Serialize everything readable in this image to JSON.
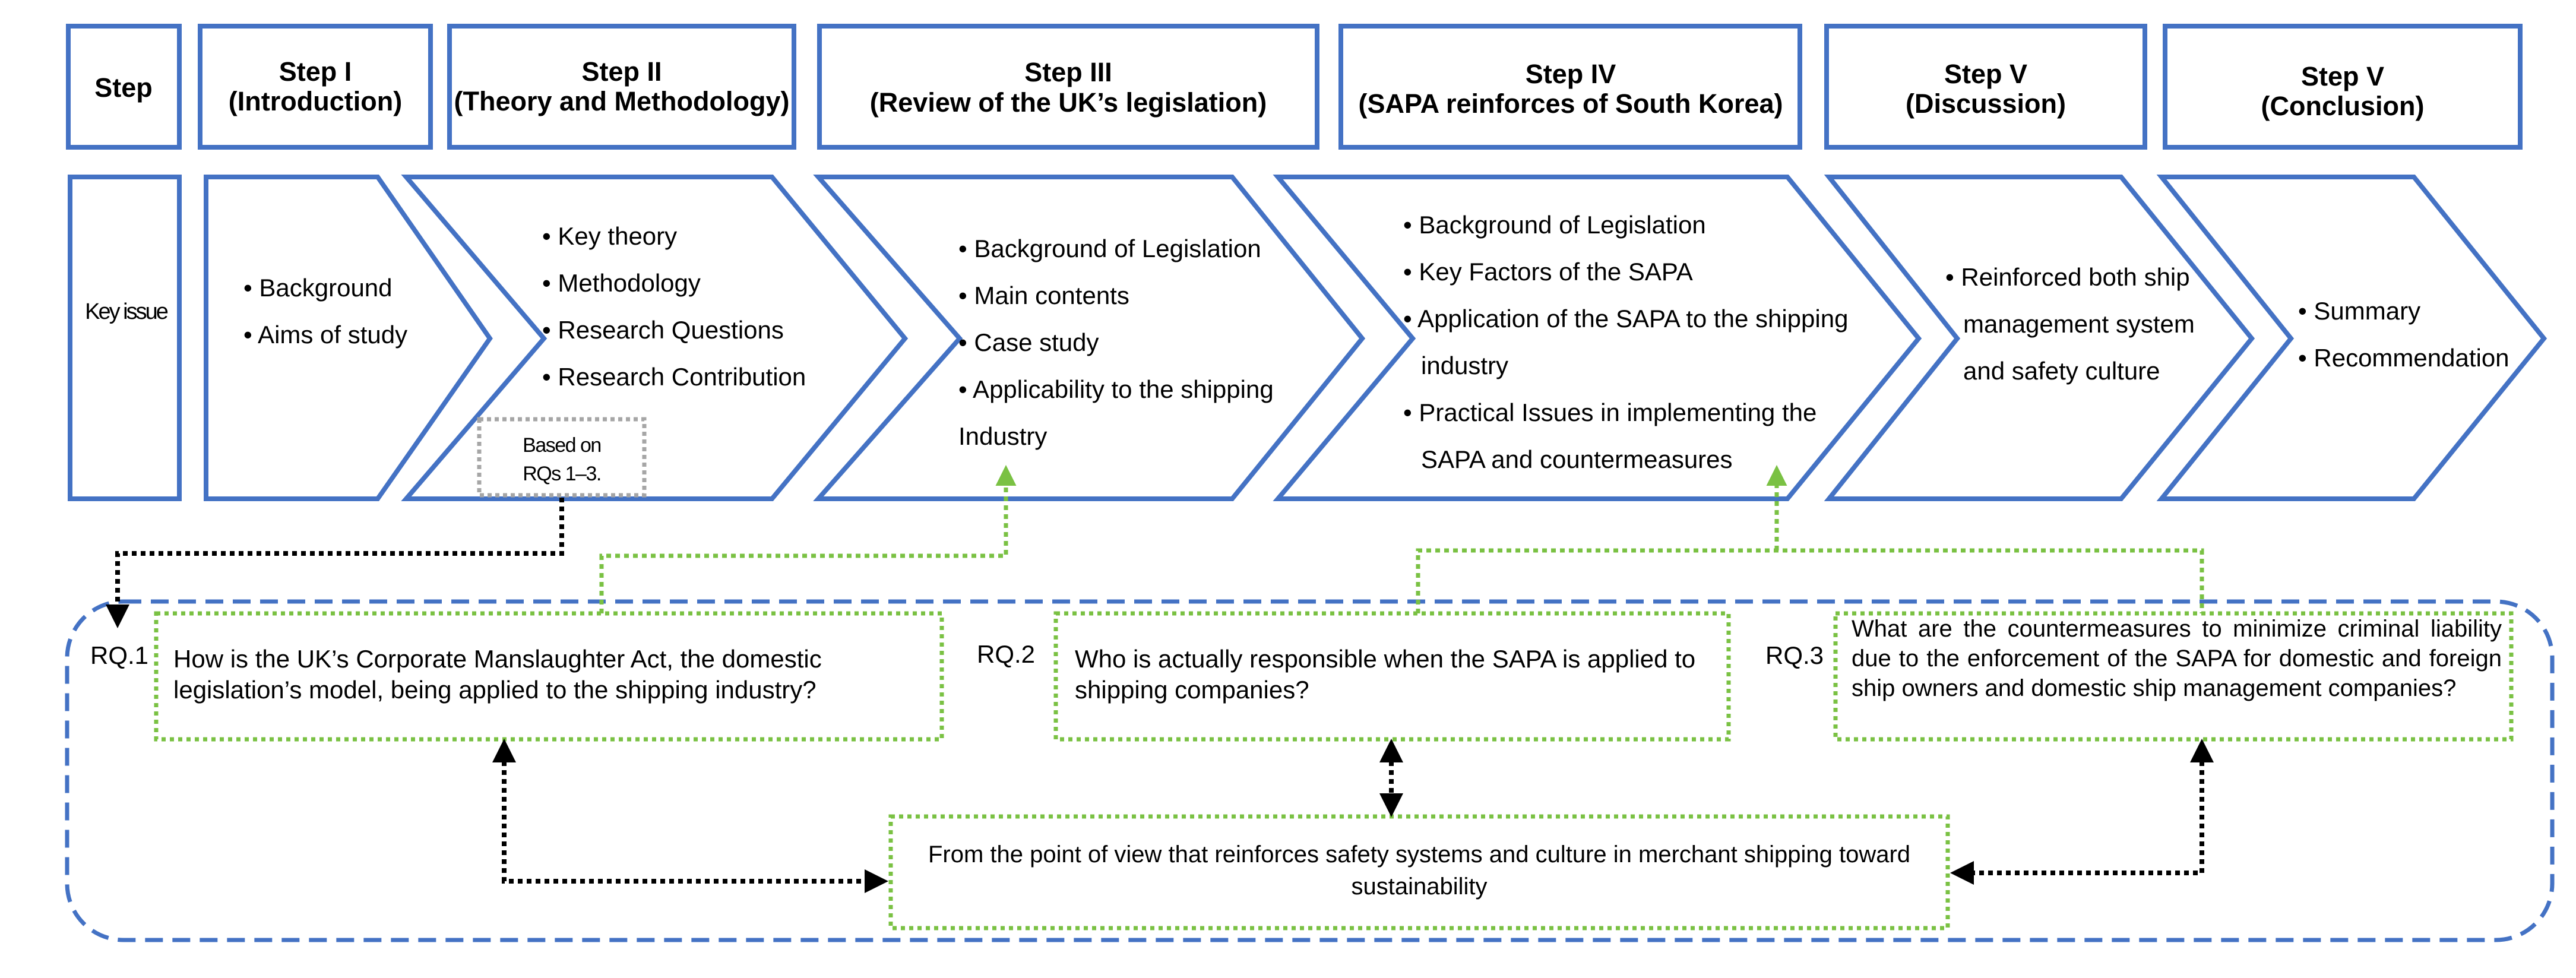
{
  "colors": {
    "blue": "#4472C4",
    "green": "#7AC143",
    "gray": "#A6A6A6",
    "black": "#000000"
  },
  "headers": [
    {
      "line1": "Step",
      "line2": ""
    },
    {
      "line1": "Step I",
      "line2": "(Introduction)"
    },
    {
      "line1": "Step II",
      "line2": "(Theory and Methodology)"
    },
    {
      "line1": "Step III",
      "line2": "(Review of the UK’s legislation)"
    },
    {
      "line1": "Step IV",
      "line2": "(SAPA reinforces of South Korea)"
    },
    {
      "line1": "Step V",
      "line2": "(Discussion)"
    },
    {
      "line1": "Step V",
      "line2": "(Conclusion)"
    }
  ],
  "key_issue_label": "Key issue",
  "chevrons": [
    {
      "lines": [
        "• Background",
        "• Aims of study"
      ]
    },
    {
      "lines": [
        "• Key theory",
        "• Methodology",
        "• Research Questions",
        "• Research Contribution"
      ]
    },
    {
      "lines": [
        "• Background of Legislation",
        "• Main contents",
        "• Case study",
        "• Applicability to the shipping",
        "Industry"
      ]
    },
    {
      "lines": [
        "• Background of Legislation",
        "• Key Factors of the SAPA",
        "• Application of the SAPA to the shipping",
        "industry",
        "• Practical Issues in implementing the",
        "SAPA and countermeasures"
      ]
    },
    {
      "lines": [
        "• Reinforced both ship",
        "management system",
        "and safety culture"
      ]
    },
    {
      "lines": [
        "• Summary",
        "• Recommendation"
      ]
    }
  ],
  "note": {
    "line1": "Based on",
    "line2": "RQs 1–3."
  },
  "rqs": [
    {
      "label": "RQ.1",
      "text": "How is the UK’s Corporate Manslaughter Act, the domestic legislation’s model, being applied to the shipping industry?"
    },
    {
      "label": "RQ.2",
      "text": "Who is actually responsible when the SAPA is applied to shipping companies?"
    },
    {
      "label": "RQ.3",
      "text": "What are the countermeasures to minimize criminal liability due to the enforcement of the SAPA for domestic and foreign ship owners and domestic ship management companies?"
    }
  ],
  "bottom_box": "From the point of view that reinforces safety systems and culture in merchant shipping toward sustainability"
}
